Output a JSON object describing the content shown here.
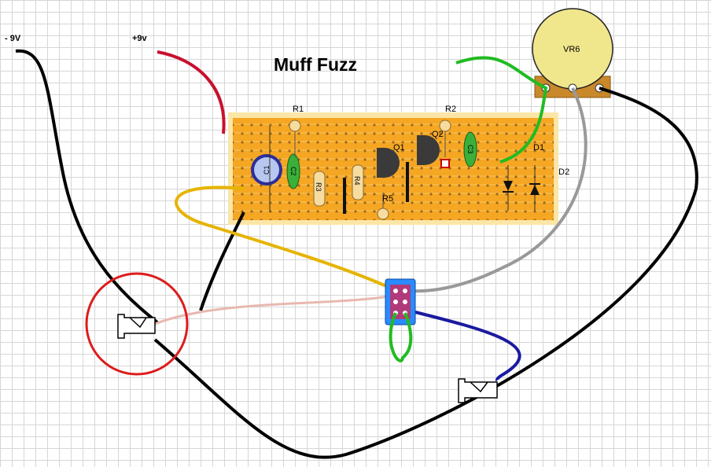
{
  "title": "Muff Fuzz",
  "supply": {
    "negative": "- 9V",
    "positive": "+9v"
  },
  "components": {
    "r1": "R1",
    "r2": "R2",
    "r3": "R3",
    "r4": "R4",
    "r5": "R5",
    "c1": "C1",
    "c2": "C2",
    "c3": "C3",
    "q1": "Q1",
    "q2": "Q2",
    "d1": "D1",
    "d2": "D2",
    "pot": "VR6"
  },
  "colors": {
    "stripboard": "#f5a623",
    "wire_black": "#000000",
    "wire_red": "#c8102e",
    "wire_yellow": "#e6b400",
    "wire_green": "#22bb22",
    "wire_gray": "#999999",
    "wire_pink": "#e8b8b0",
    "wire_blue": "#1a1aa0",
    "switch": "#2a8aff",
    "highlight_circle": "#dd1c1c"
  }
}
